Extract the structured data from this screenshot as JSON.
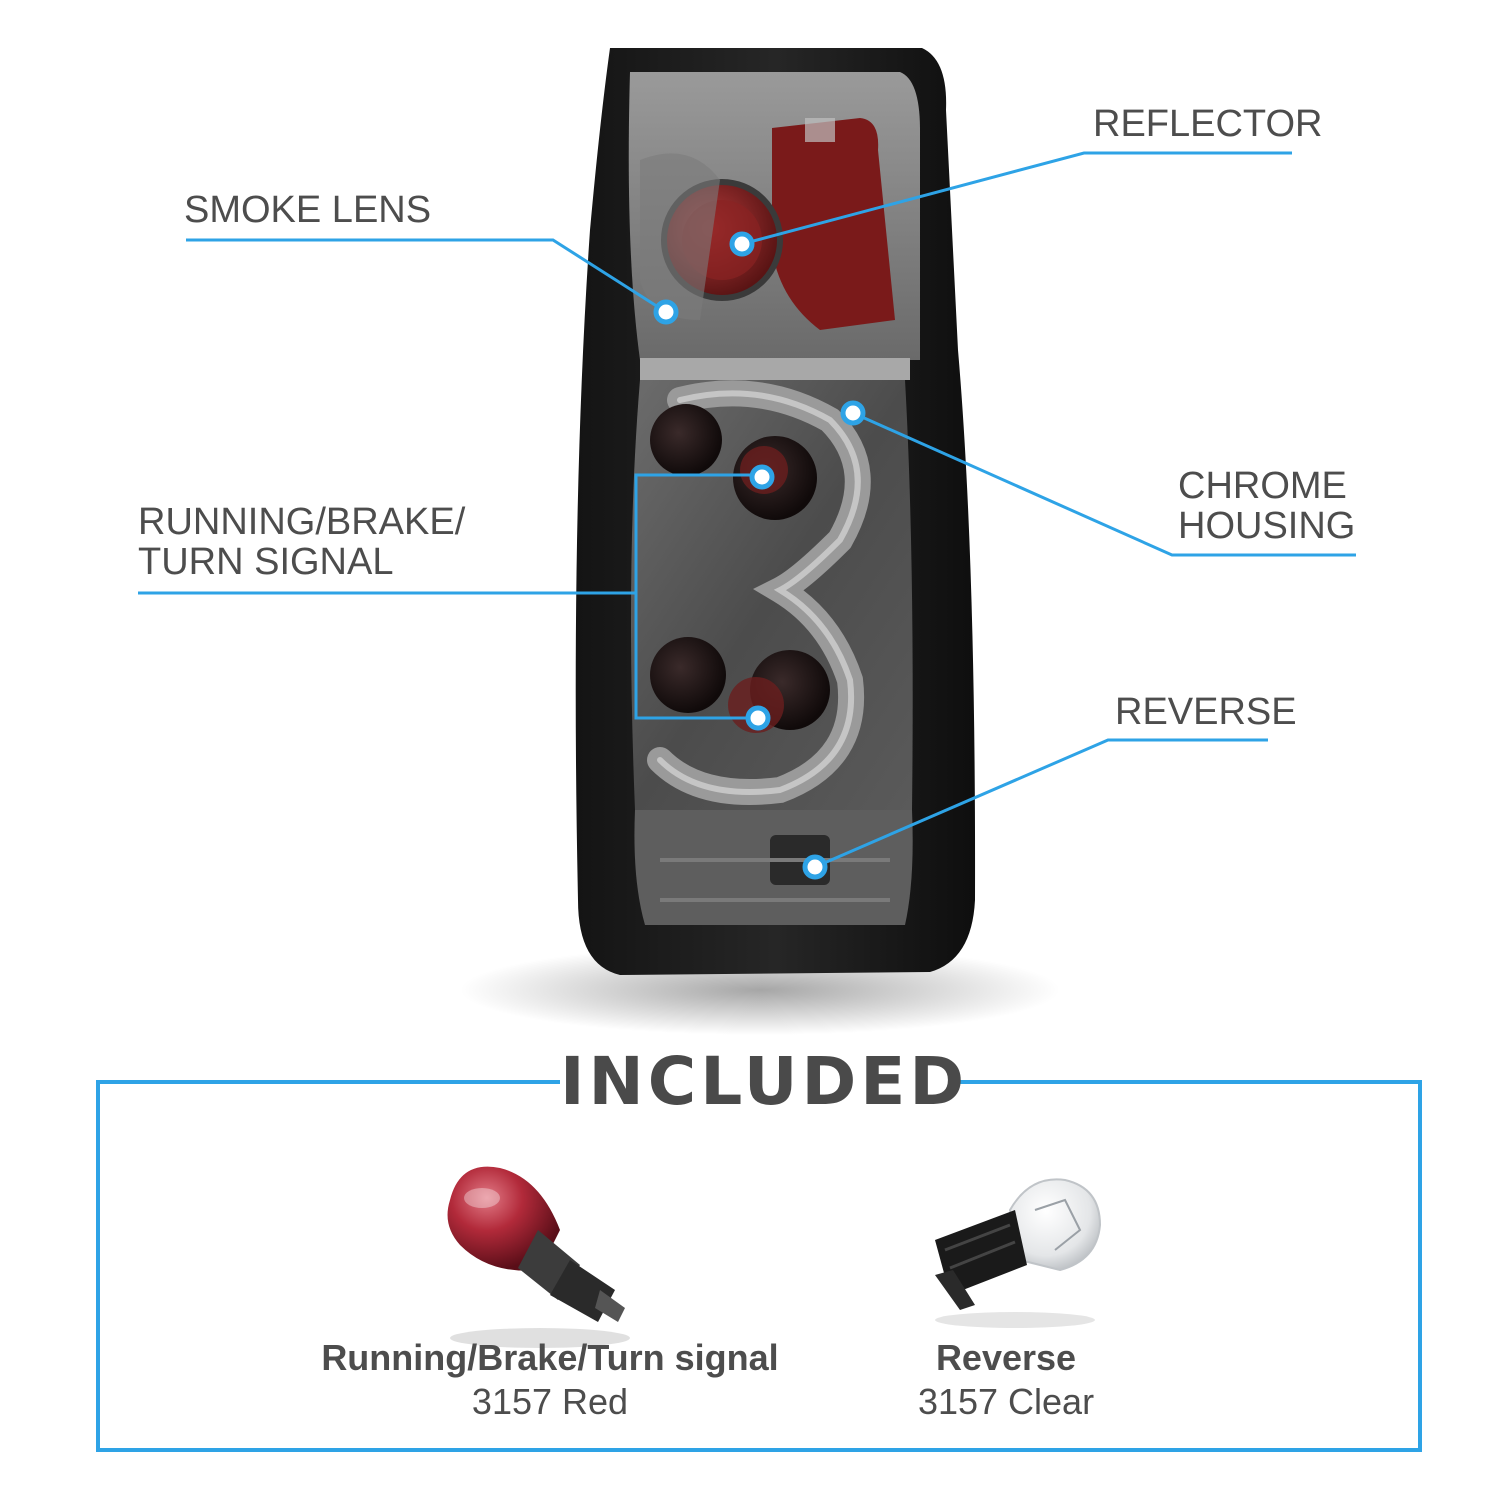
{
  "colors": {
    "accent": "#2ea3e6",
    "label_text": "#4d4d4d",
    "title_text": "#4a4a4a"
  },
  "callouts": {
    "smoke_lens": "SMOKE LENS",
    "reflector": "REFLECTOR",
    "chrome_housing_line1": "CHROME",
    "chrome_housing_line2": "HOUSING",
    "running_brake_turn_line1": "RUNNING/BRAKE/",
    "running_brake_turn_line2": "TURN SIGNAL",
    "reverse": "REVERSE"
  },
  "included": {
    "title": "INCLUDED",
    "bulbs": [
      {
        "name": "Running/Brake/Turn signal",
        "spec": "3157 Red",
        "icon": "red-bulb-icon"
      },
      {
        "name": "Reverse",
        "spec": "3157 Clear",
        "icon": "clear-bulb-icon"
      }
    ]
  }
}
